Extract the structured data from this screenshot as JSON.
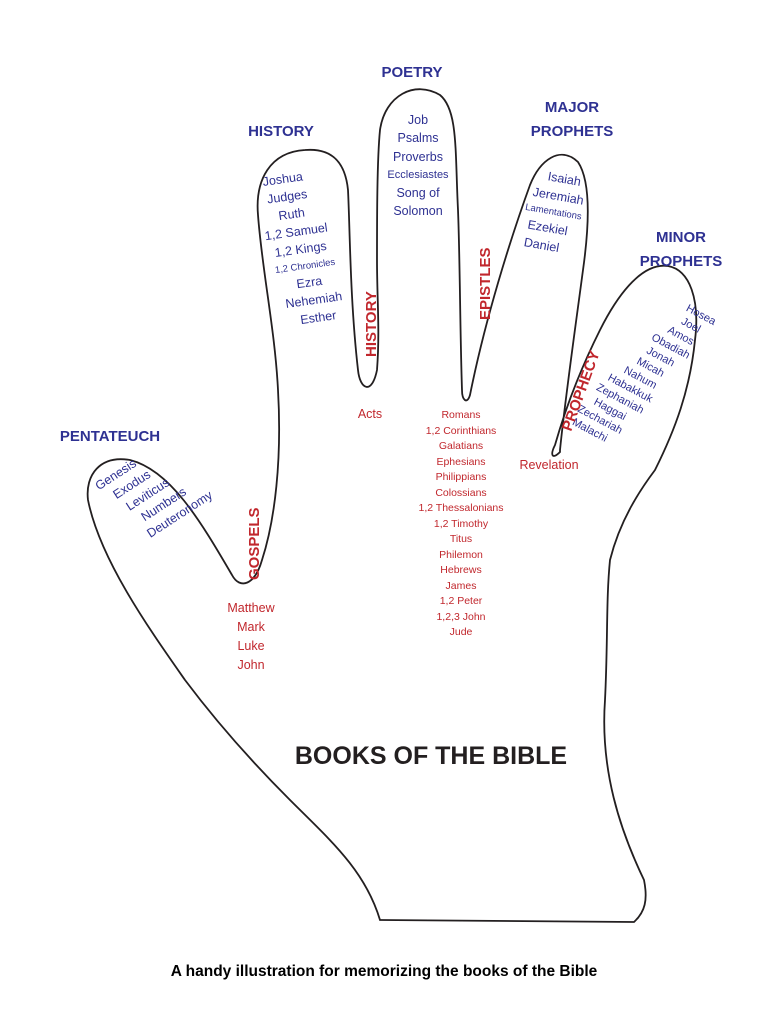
{
  "title": "BOOKS OF THE BIBLE",
  "caption": "A handy illustration for memorizing the books of the Bible",
  "colors": {
    "category": "#2e3192",
    "red": "#c1272d",
    "outline": "#231f20"
  },
  "old_testament": {
    "pentateuch": {
      "label": "PENTATEUCH",
      "books": [
        "Genesis",
        "Exodus",
        "Leviticus",
        "Numbers",
        "Deuteronomy"
      ]
    },
    "history": {
      "label": "HISTORY",
      "books": [
        "Joshua",
        "Judges",
        "Ruth",
        "1,2 Samuel",
        "1,2 Kings",
        "1,2 Chronicles",
        "Ezra",
        "Nehemiah",
        "Esther"
      ]
    },
    "poetry": {
      "label": "POETRY",
      "books": [
        "Job",
        "Psalms",
        "Proverbs",
        "Ecclesiastes",
        "Song of",
        "Solomon"
      ]
    },
    "major_prophets": {
      "label_line1": "MAJOR",
      "label_line2": "PROPHETS",
      "books": [
        "Isaiah",
        "Jeremiah",
        "Lamentations",
        "Ezekiel",
        "Daniel"
      ]
    },
    "minor_prophets": {
      "label_line1": "MINOR",
      "label_line2": "PROPHETS",
      "books": [
        "Hosea",
        "Joel",
        "Amos",
        "Obadiah",
        "Jonah",
        "Micah",
        "Nahum",
        "Habakkuk",
        "Zephaniah",
        "Haggai",
        "Zechariah",
        "Malachi"
      ]
    }
  },
  "new_testament": {
    "gospels": {
      "label": "GOSPELS",
      "books": [
        "Matthew",
        "Mark",
        "Luke",
        "John"
      ]
    },
    "history": {
      "label": "HISTORY",
      "books": [
        "Acts"
      ]
    },
    "epistles": {
      "label": "EPISTLES",
      "books": [
        "Romans",
        "1,2 Corinthians",
        "Galatians",
        "Ephesians",
        "Philippians",
        "Colossians",
        "1,2 Thessalonians",
        "1,2 Timothy",
        "Titus",
        "Philemon",
        "Hebrews",
        "James",
        "1,2 Peter",
        "1,2,3 John",
        "Jude"
      ]
    },
    "prophecy": {
      "label": "PROPHECY",
      "books": [
        "Revelation"
      ]
    }
  }
}
